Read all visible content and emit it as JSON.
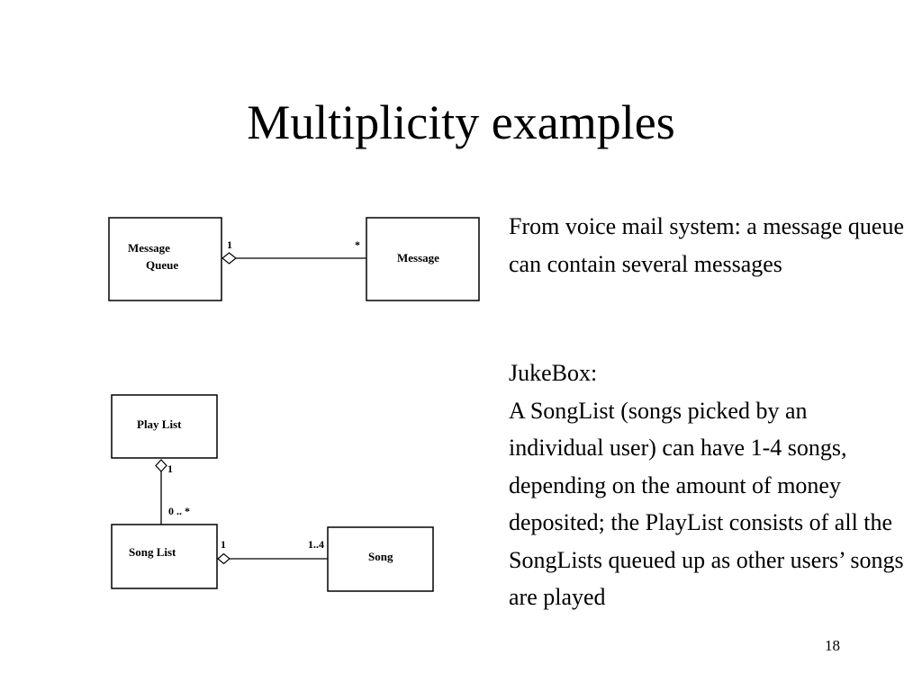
{
  "slide": {
    "title": "Multiplicity examples",
    "page_number": "18"
  },
  "diagram_voicemail": {
    "message_queue_line1": "Message",
    "message_queue_line2": "Queue",
    "message": "Message",
    "mult_queue": "1",
    "mult_message": "*"
  },
  "diagram_jukebox": {
    "play_list": "Play List",
    "song_list": "Song List",
    "song": "Song",
    "mult_playlist": "1",
    "mult_songlist_top": "0 .. *",
    "mult_songlist_right": "1",
    "mult_song": "1..4"
  },
  "description": {
    "paragraph1": "From voice mail system: a message queue can contain several messages",
    "paragraph2_heading": "JukeBox:",
    "paragraph2_body": "A SongList (songs picked by an individual user) can have 1-4 songs, depending on the amount of money deposited; the PlayList consists of all the SongLists queued up as other users’ songs are played"
  }
}
